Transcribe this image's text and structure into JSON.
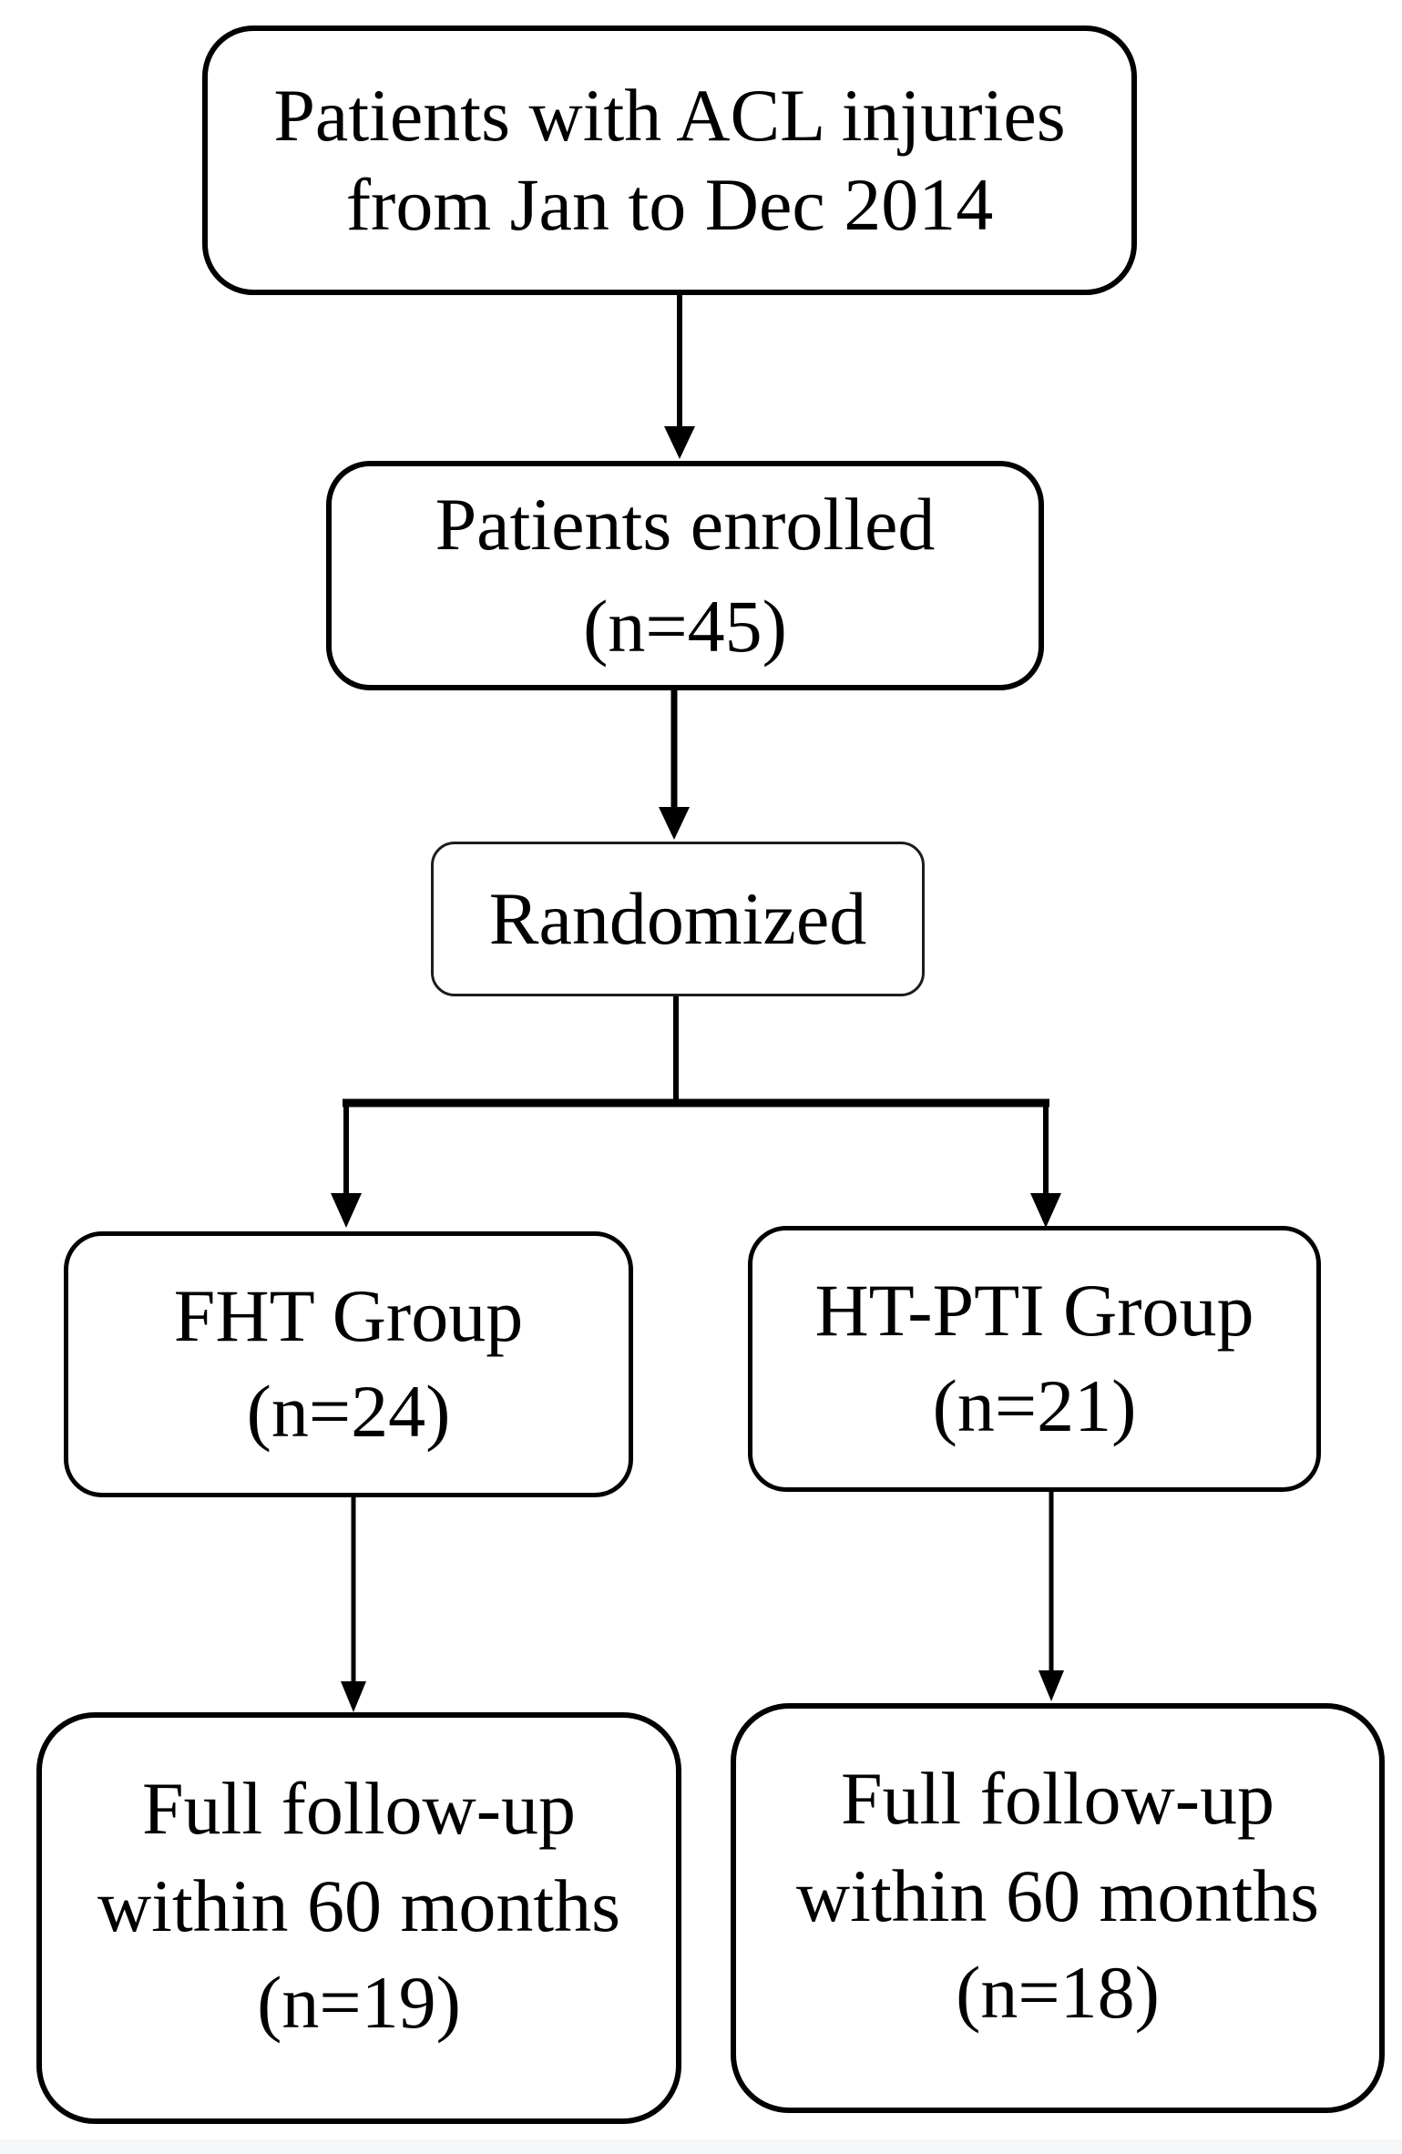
{
  "diagram": {
    "title": "ACL study enrollment flowchart",
    "colors": {
      "ink": "#000000",
      "background": "#ffffff",
      "footer_strip": "#f5f6f8"
    },
    "nodes": [
      {
        "id": "acl-injuries",
        "lines": [
          "Patients with ACL injuries",
          "from Jan to Dec 2014"
        ]
      },
      {
        "id": "enrolled",
        "lines": [
          "Patients enrolled",
          "(n=45)"
        ]
      },
      {
        "id": "randomized",
        "lines": [
          "Randomized"
        ]
      },
      {
        "id": "fht-group",
        "lines": [
          "FHT Group",
          "(n=24)"
        ]
      },
      {
        "id": "ht-pti-group",
        "lines": [
          "HT-PTI Group",
          "(n=21)"
        ]
      },
      {
        "id": "fht-followup",
        "lines": [
          "Full follow-up",
          "within 60 months",
          "(n=19)"
        ]
      },
      {
        "id": "ht-pti-followup",
        "lines": [
          "Full follow-up",
          "within 60 months",
          "(n=18)"
        ]
      }
    ]
  }
}
